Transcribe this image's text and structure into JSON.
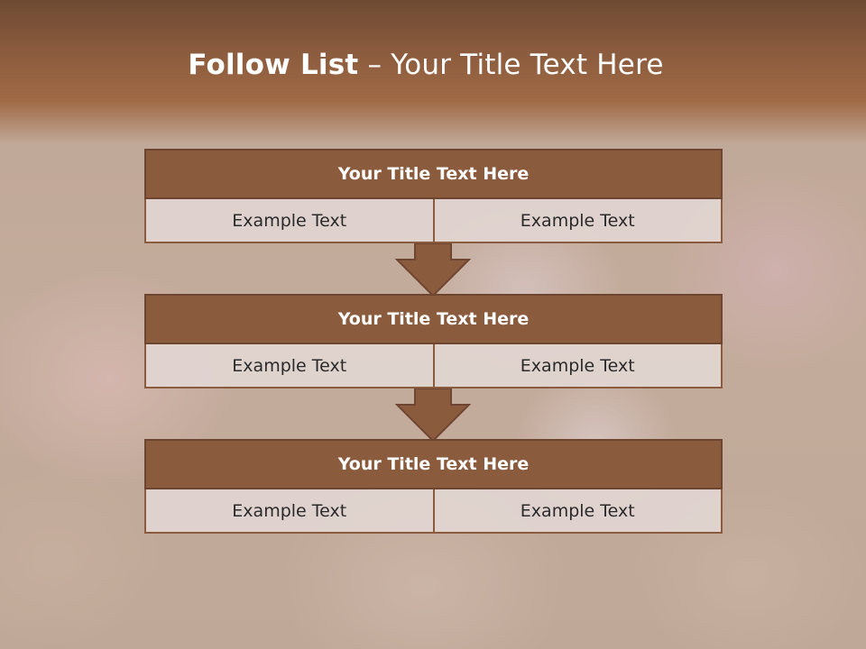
{
  "slide": {
    "title_bold": "Follow List",
    "title_rest": " – Your Title Text Here",
    "blocks": [
      {
        "title": "Your Title Text Here",
        "cells": [
          "Example Text",
          "Example Text"
        ]
      },
      {
        "title": "Your Title Text Here",
        "cells": [
          "Example Text",
          "Example Text"
        ]
      },
      {
        "title": "Your Title Text Here",
        "cells": [
          "Example Text",
          "Example Text"
        ]
      }
    ]
  },
  "colors": {
    "header_brown": "#8a5b3d",
    "bar_brown": "#8b5b3e",
    "cell_fill": "#e2d6d2"
  }
}
